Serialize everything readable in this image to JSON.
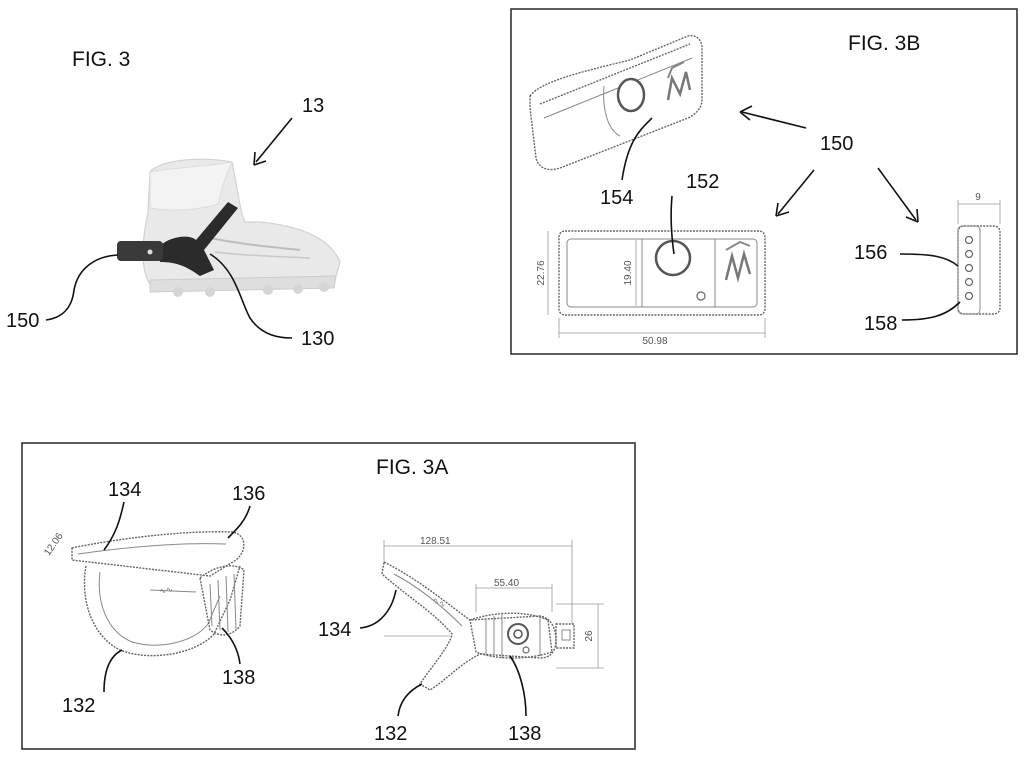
{
  "figures": {
    "fig3": {
      "title": "FIG. 3",
      "labels": {
        "shoe": "13",
        "sensor": "150",
        "strap": "130"
      }
    },
    "fig3b": {
      "title": "FIG. 3B",
      "labels": {
        "module": "150",
        "button": "152",
        "housing": "154",
        "port_top": "156",
        "port_bottom": "158"
      },
      "dimensions": {
        "length": "50.98",
        "height": "22.76",
        "inner": "19.40",
        "depth": "9"
      }
    },
    "fig3a": {
      "title": "FIG. 3A",
      "labels": {
        "strap_top_left": "134",
        "strap_rear": "136",
        "strap_bottom_left": "132",
        "pad_left": "138",
        "arm_right": "134",
        "bottom_right": "132",
        "pad_right": "138"
      },
      "dimensions": {
        "width": "12.06",
        "overall": "128.51",
        "pad": "55.40",
        "height": "26"
      }
    }
  },
  "colors": {
    "line": "#111111",
    "drawing": "#666666",
    "strap": "#2b2b2b",
    "frame": "#333333"
  }
}
